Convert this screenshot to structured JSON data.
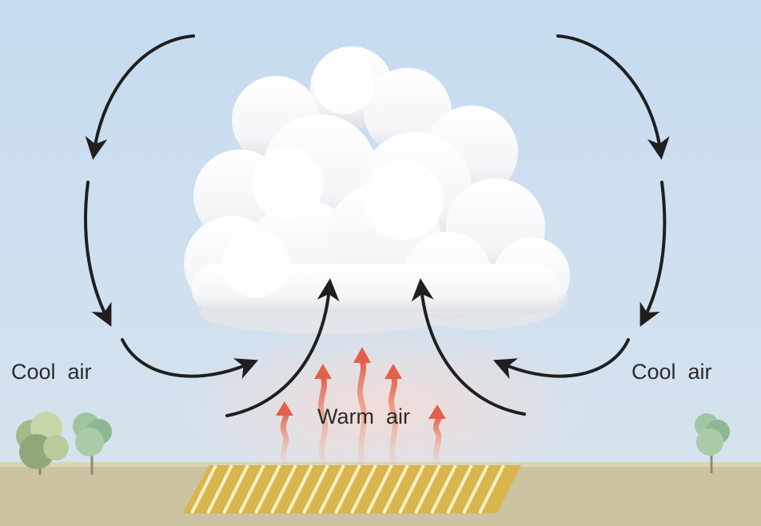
{
  "labels": {
    "cool_air_left": "Cool  air",
    "cool_air_right": "Cool  air",
    "warm_air": "Warm  air"
  },
  "colors": {
    "sky": "#c9dcef",
    "ground": "#ccc4a0",
    "cloud": "#ffffff",
    "cool_air_arrow": "#1f1f1f",
    "warm_air_arrow": "#e2604a",
    "heated_field": "#d9b64c"
  },
  "icons": {
    "cloud": "cumulus-cloud-icon",
    "field": "striped-field-icon",
    "tree": "tree-icon"
  }
}
